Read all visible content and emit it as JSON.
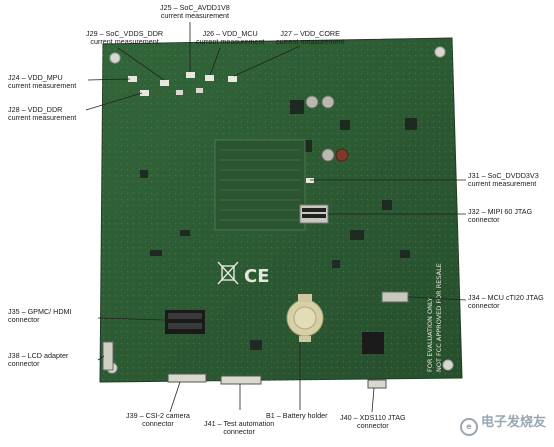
{
  "labels": {
    "j25": [
      "J25 – SoC_AVDD1V8",
      "current measurement"
    ],
    "j29": [
      "J29 – SoC_VDDS_DDR",
      "current measurement"
    ],
    "j26": [
      "J26 – VDD_MCU",
      "current measurement"
    ],
    "j27": [
      "J27 – VDD_CORE",
      "current measurement"
    ],
    "j24": [
      "J24 – VDD_MPU",
      "current measurement"
    ],
    "j28": [
      "J28 – VDD_DDR",
      "current measurement"
    ],
    "j31": [
      "J31 – SoC_DVDD3V3",
      "current measurement"
    ],
    "j32": [
      "J32 – MIPI 60 JTAG",
      "connector"
    ],
    "j34": [
      "J34 – MCU cTI20 JTAG",
      "connector"
    ],
    "j35": [
      "J35 – GPMC/ HDMI",
      "connector"
    ],
    "j38": [
      "J38 – LCD adapter",
      "connector"
    ],
    "j39": [
      "J39 – CSI-2 camera",
      "connector"
    ],
    "j41": [
      "J41 – Test automation",
      "connector"
    ],
    "b1": [
      "B1 – Battery holder"
    ],
    "j40": [
      "J40 – XDS110 JTAG",
      "connector"
    ]
  },
  "board": {
    "silkscreen_ce": "CE",
    "silkscreen_vertical": [
      "FOR EVALUATION ONLY",
      "NOT FCC APPROVED FOR RESALE"
    ]
  },
  "watermark": "电子发烧友",
  "colors": {
    "pcb": "#2f5e35",
    "pcb_dark": "#244a2a",
    "label_text": "#1a1a1a",
    "leader": "#222222"
  }
}
